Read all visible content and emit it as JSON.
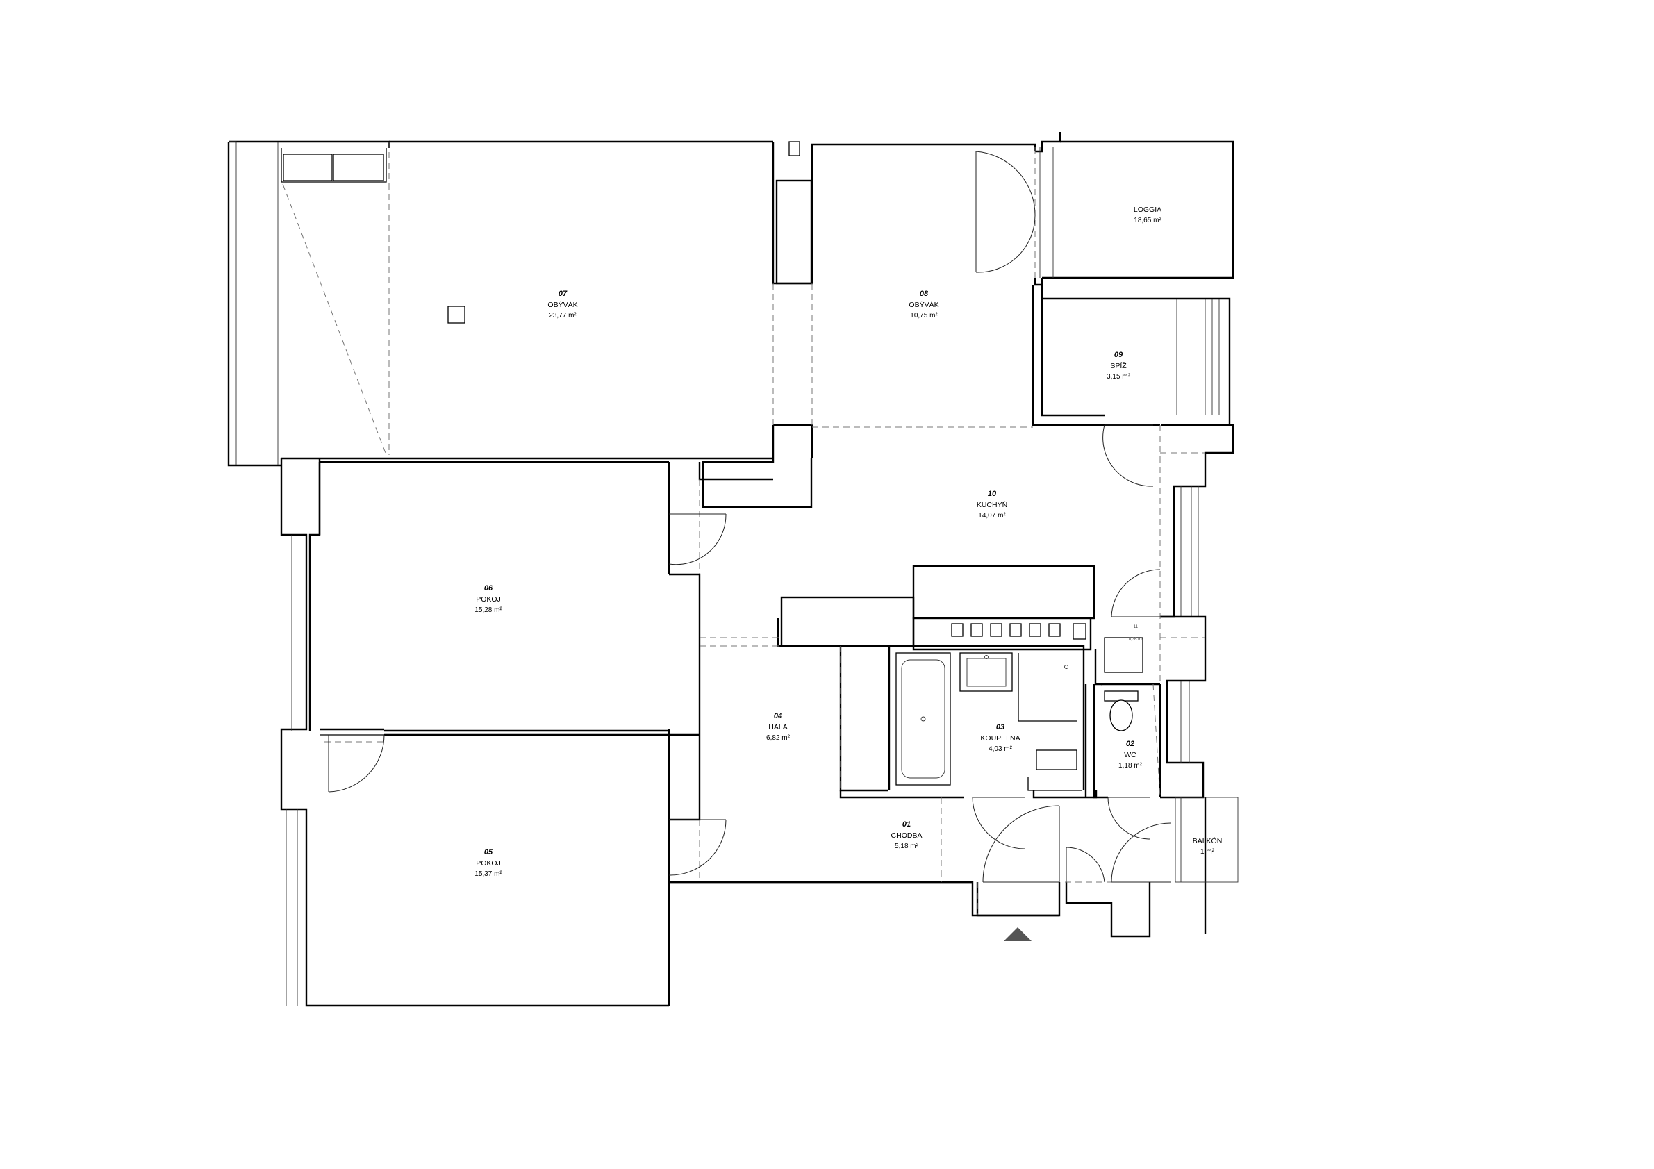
{
  "rooms": [
    {
      "id": "r07",
      "number": "07",
      "name": "OBÝVÁK",
      "area": "23,77 m²"
    },
    {
      "id": "r08",
      "number": "08",
      "name": "OBÝVÁK",
      "area": "10,75 m²"
    },
    {
      "id": "loggia",
      "number": "",
      "name": "LOGGIA",
      "area": "18,65 m²"
    },
    {
      "id": "r09",
      "number": "09",
      "name": "SPÍŽ",
      "area": "3,15 m²"
    },
    {
      "id": "r10",
      "number": "10",
      "name": "KUCHYŇ",
      "area": "14,07 m²"
    },
    {
      "id": "r06",
      "number": "06",
      "name": "POKOJ",
      "area": "15,28 m²"
    },
    {
      "id": "r04",
      "number": "04",
      "name": "HALA",
      "area": "6,82 m²"
    },
    {
      "id": "r03",
      "number": "03",
      "name": "KOUPELNA",
      "area": "4,03 m²"
    },
    {
      "id": "r02",
      "number": "02",
      "name": "WC",
      "area": "1,18 m²"
    },
    {
      "id": "r01",
      "number": "01",
      "name": "CHODBA",
      "area": "5,18 m²"
    },
    {
      "id": "r05",
      "number": "05",
      "name": "POKOJ",
      "area": "15,37 m²"
    },
    {
      "id": "balkon",
      "number": "",
      "name": "BALKÓN",
      "area": "1 m²"
    }
  ],
  "small_labels": {
    "niche_number": "11",
    "niche_area": "0,36 m²"
  },
  "entrance_marker": "triangle-up-icon"
}
